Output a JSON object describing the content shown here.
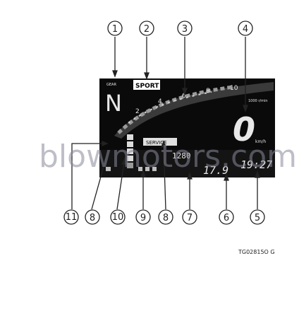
{
  "display": {
    "gear_indicator": "GEAR",
    "gear": "N",
    "mode": "SPORT",
    "rpm_scale": [
      "2",
      "4",
      "6",
      "8",
      "10"
    ],
    "rpm_unit": "1000 r/min",
    "speed": "0",
    "speed_unit": "km/h",
    "service": "SERVICE",
    "odometer": "1280",
    "trip": "17.9",
    "clock": "19:27"
  },
  "callouts": {
    "top": [
      "1",
      "2",
      "3",
      "4"
    ],
    "bottom": [
      "11",
      "8",
      "10",
      "9",
      "8",
      "7",
      "6",
      "5"
    ]
  },
  "watermark": "blowmotors.com",
  "figure_id": "TG02815O   G"
}
